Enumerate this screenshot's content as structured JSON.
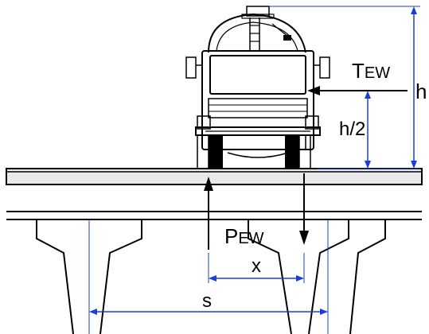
{
  "labels": {
    "t_main": "T",
    "t_sub": "EW",
    "h": "h",
    "h_half": "h/2",
    "p_main": "P",
    "p_sub": "EW",
    "x": "x",
    "s": "s"
  },
  "colors": {
    "structure": "#000000",
    "dimension": "#1a3fd6",
    "tire": "#000000"
  }
}
